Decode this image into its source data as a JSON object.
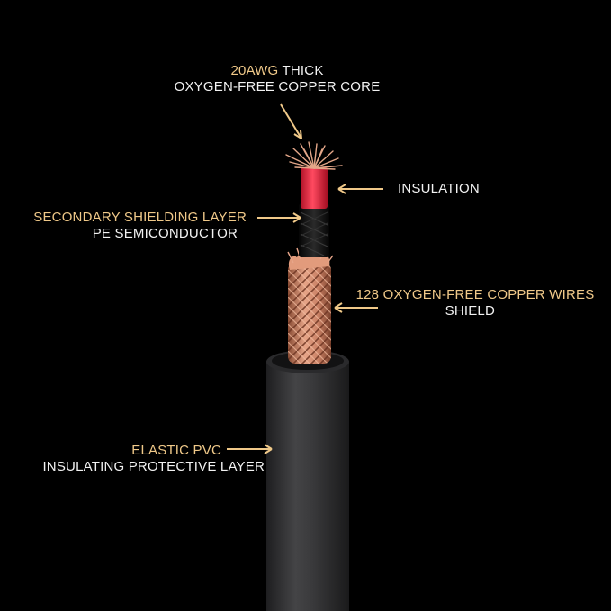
{
  "colors": {
    "background": "#000000",
    "label_primary": "#f2f2f2",
    "label_accent": "#f0c989",
    "arrow": "#f0c989",
    "jacket": "#3a3a3c",
    "insulation": "#e8273f",
    "copper": "#d89070",
    "semiconductor": "#151515"
  },
  "labels": {
    "core": {
      "accent": "20AWG",
      "rest": "THICK",
      "line2": "OXYGEN-FREE COPPER CORE"
    },
    "insulation": {
      "line1": "INSULATION"
    },
    "secondary": {
      "line1": "SECONDARY SHIELDING LAYER",
      "line2": "PE SEMICONDUCTOR"
    },
    "shield": {
      "line1": "128 OXYGEN-FREE COPPER WIRES",
      "line2": "SHIELD"
    },
    "pvc": {
      "line1": "ELASTIC PVC",
      "line2": "INSULATING PROTECTIVE LAYER"
    }
  }
}
